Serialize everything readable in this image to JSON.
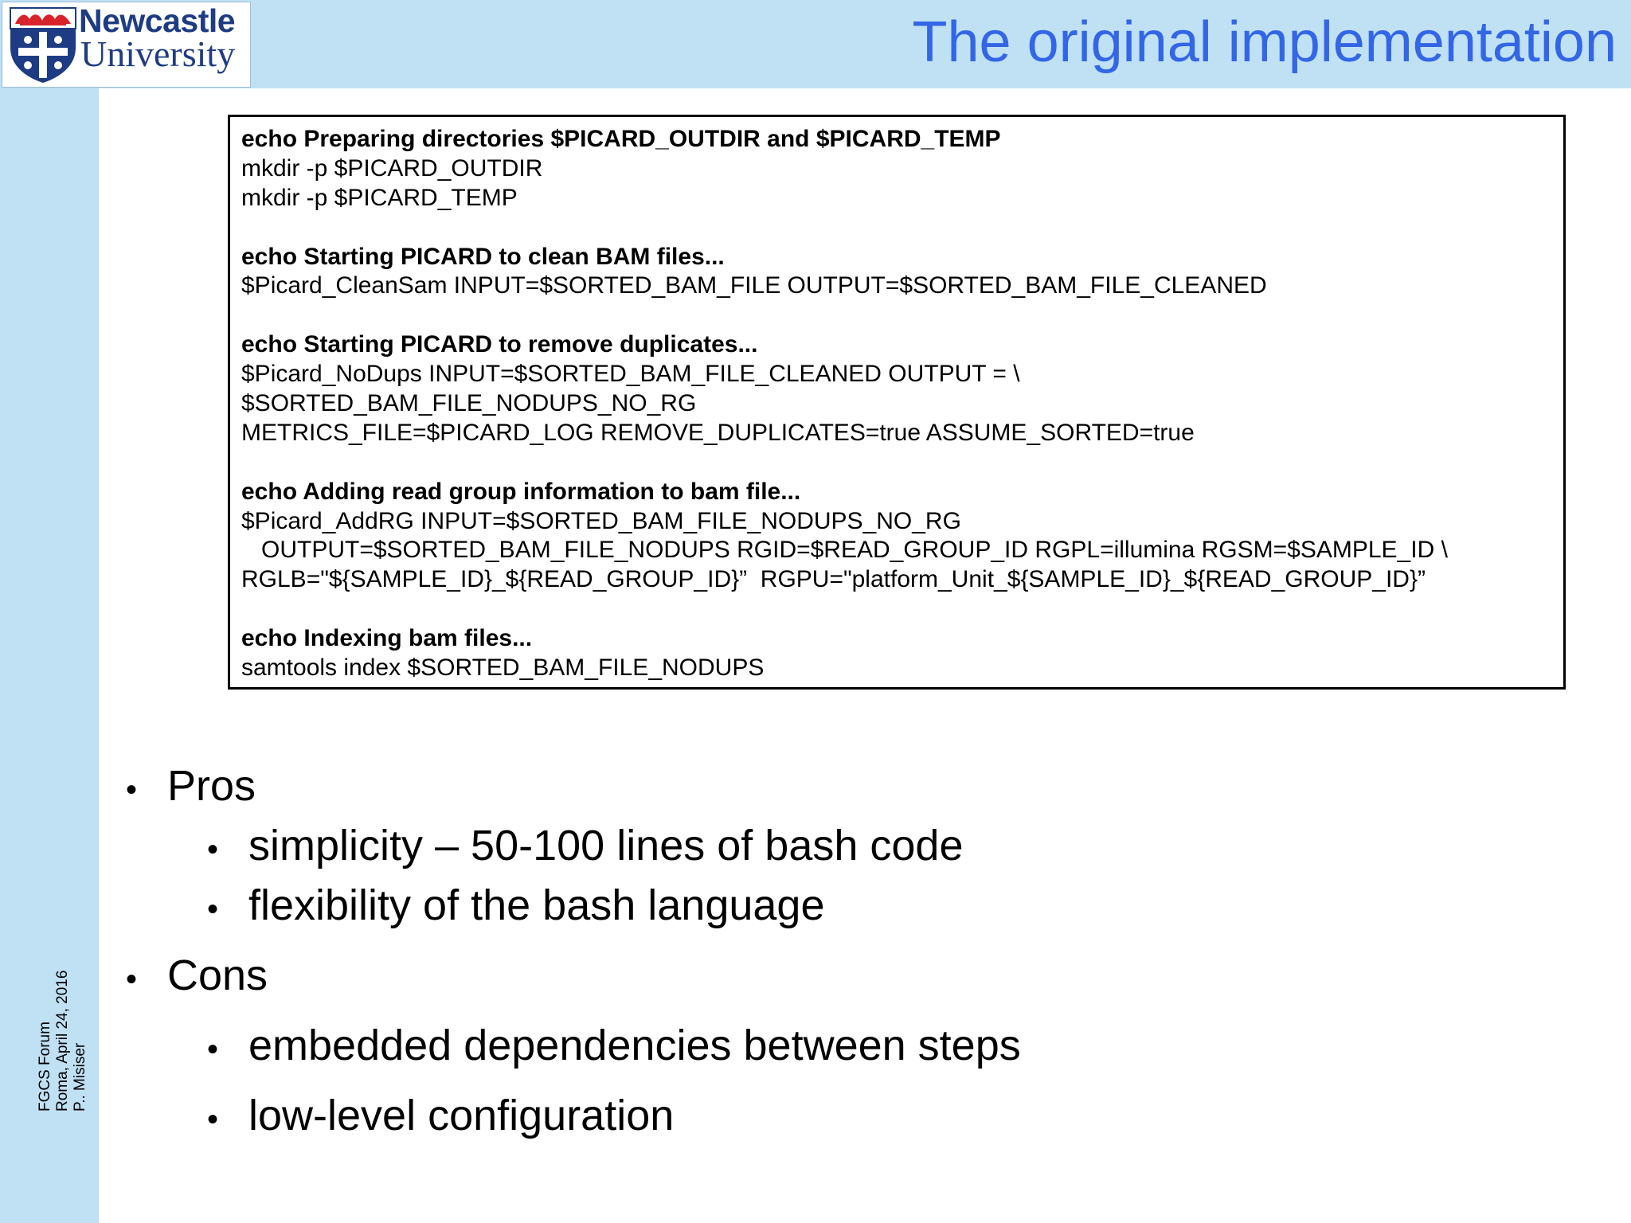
{
  "header": {
    "logo": {
      "line1": "Newcastle",
      "line2": "University"
    },
    "title": "The original implementation"
  },
  "code_block": {
    "lines": [
      {
        "text": "echo Preparing directories $PICARD_OUTDIR and $PICARD_TEMP",
        "bold": true
      },
      {
        "text": "mkdir -p $PICARD_OUTDIR",
        "bold": false
      },
      {
        "text": "mkdir -p $PICARD_TEMP",
        "bold": false
      },
      {
        "text": "",
        "bold": false
      },
      {
        "text": "echo Starting PICARD to clean BAM files...",
        "bold": true
      },
      {
        "text": "$Picard_CleanSam INPUT=$SORTED_BAM_FILE OUTPUT=$SORTED_BAM_FILE_CLEANED",
        "bold": false
      },
      {
        "text": "",
        "bold": false
      },
      {
        "text": "echo Starting PICARD to remove duplicates...",
        "bold": true
      },
      {
        "text": "$Picard_NoDups INPUT=$SORTED_BAM_FILE_CLEANED OUTPUT = \\",
        "bold": false
      },
      {
        "text": "$SORTED_BAM_FILE_NODUPS_NO_RG",
        "bold": false
      },
      {
        "text": "METRICS_FILE=$PICARD_LOG REMOVE_DUPLICATES=true ASSUME_SORTED=true",
        "bold": false
      },
      {
        "text": "",
        "bold": false
      },
      {
        "text": "echo Adding read group information to bam file...",
        "bold": true
      },
      {
        "text": "$Picard_AddRG INPUT=$SORTED_BAM_FILE_NODUPS_NO_RG",
        "bold": false
      },
      {
        "text": "   OUTPUT=$SORTED_BAM_FILE_NODUPS RGID=$READ_GROUP_ID RGPL=illumina RGSM=$SAMPLE_ID \\",
        "bold": false
      },
      {
        "text": "RGLB=\"${SAMPLE_ID}_${READ_GROUP_ID}”  RGPU=\"platform_Unit_${SAMPLE_ID}_${READ_GROUP_ID}”",
        "bold": false
      },
      {
        "text": "",
        "bold": false
      },
      {
        "text": "echo Indexing bam files...",
        "bold": true
      },
      {
        "text": "samtools index $SORTED_BAM_FILE_NODUPS",
        "bold": false
      }
    ]
  },
  "bullets": {
    "pros_label": "Pros",
    "pros": [
      "simplicity – 50-100 lines of bash code",
      "flexibility of the bash language"
    ],
    "cons_label": "Cons",
    "cons": [
      "embedded dependencies between steps",
      "low-level configuration"
    ],
    "bullet_glyph": "•"
  },
  "footer": {
    "line1": "FGCS Forum",
    "line2": "Roma, April 24, 2016",
    "line3": "P.. Misiser"
  },
  "colors": {
    "band": "#c0e0f4",
    "title": "#3366e6",
    "logo_text": "#1e3c84",
    "shield_blue": "#1e3c84",
    "shield_red": "#d8232a"
  }
}
